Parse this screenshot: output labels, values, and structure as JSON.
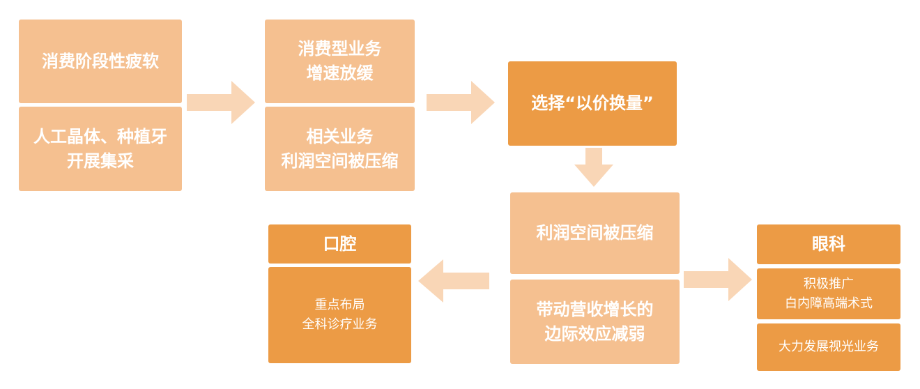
{
  "causes": {
    "c1": "消费阶段性疲软",
    "c2": "人工晶体、种植牙\n开展集采"
  },
  "effects": {
    "e1": "消费型业务\n增速放缓",
    "e2": "相关业务\n利润空间被压缩"
  },
  "strategy": "选择“以价换量”",
  "results": {
    "r1": "利润空间被压缩",
    "r2": "带动营收增长的\n边际效应减弱"
  },
  "oral": {
    "title": "口腔",
    "body": "重点布局\n全科诊疗业务"
  },
  "ophthalmology": {
    "title": "眼科",
    "b1": "积极推广\n白内障高端术式",
    "b2": "大力发展视光业务"
  },
  "colors": {
    "light_box": "#f5c090",
    "dark_box": "#ec9b45",
    "arrow": "#f9d6b6",
    "text": "#ffffff"
  }
}
